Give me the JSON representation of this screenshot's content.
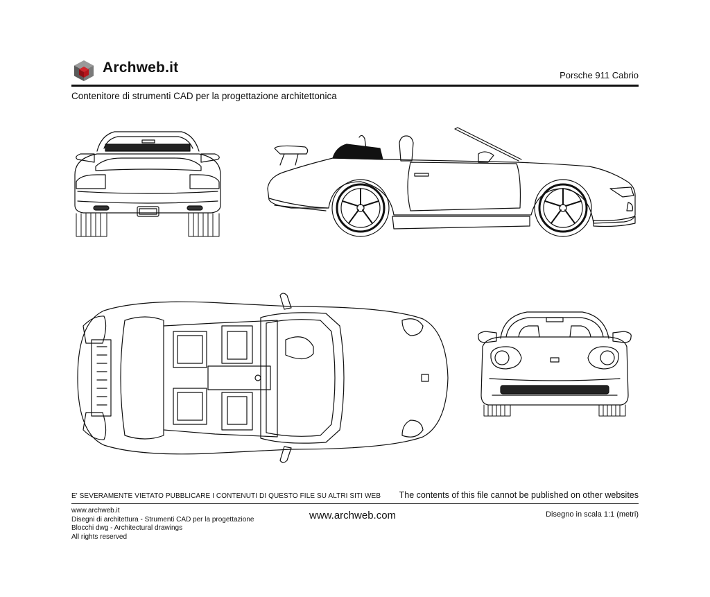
{
  "header": {
    "brand": "Archweb.it",
    "model_title": "Porsche 911 Cabrio",
    "tagline": "Contenitore di strumenti CAD per la progettazione architettonica"
  },
  "colors": {
    "logo_red": "#b5151b",
    "logo_dark": "#5a5a5a",
    "logo_light": "#9a9a9a",
    "line": "#111111"
  },
  "drawing": {
    "views": [
      "rear-view",
      "side-view",
      "top-view",
      "front-view"
    ]
  },
  "footer": {
    "warning_it": "E' SEVERAMENTE VIETATO PUBBLICARE I CONTENUTI DI QUESTO FILE SU ALTRI SITI WEB",
    "warning_en": "The contents of this file cannot be published on other websites",
    "left_lines": [
      "www.archweb.it",
      "Disegni di architettura - Strumenti CAD  per la progettazione",
      "Blocchi dwg - Architectural drawings",
      "All rights reserved"
    ],
    "url": "www.archweb.com",
    "scale": "Disegno in scala 1:1 (metri)"
  }
}
